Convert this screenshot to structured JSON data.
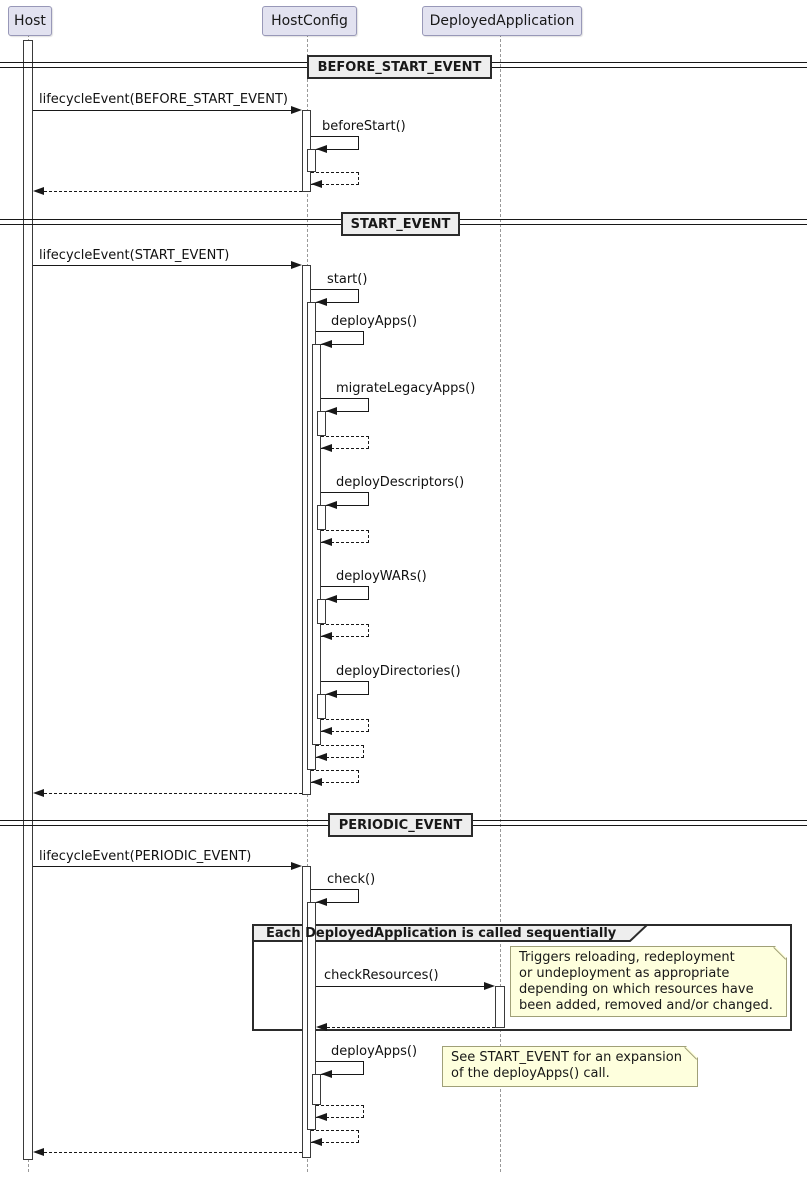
{
  "colors": {
    "participant_fill": "#E2E2F0",
    "participant_border": "#9898B8",
    "note_fill": "#FEFFDD",
    "note_border": "#A0A078",
    "divider_fill": "#EEEEEE",
    "frame_border": "#2B2B2B",
    "line": "#181818",
    "lifeline": "#999999",
    "activation_fill": "#FFFFFF"
  },
  "participants": [
    {
      "name": "Host"
    },
    {
      "name": "HostConfig"
    },
    {
      "name": "DeployedApplication"
    }
  ],
  "sections": {
    "before_start": {
      "divider_label": "BEFORE_START_EVENT",
      "messages": {
        "lifecycle": "lifecycleEvent(BEFORE_START_EVENT)",
        "before_start": "beforeStart()"
      }
    },
    "start": {
      "divider_label": "START_EVENT",
      "messages": {
        "lifecycle": "lifecycleEvent(START_EVENT)",
        "start": "start()",
        "deploy_apps": "deployApps()",
        "migrate_legacy_apps": "migrateLegacyApps()",
        "deploy_descriptors": "deployDescriptors()",
        "deploy_wars": "deployWARs()",
        "deploy_directories": "deployDirectories()"
      }
    },
    "periodic": {
      "divider_label": "PERIODIC_EVENT",
      "messages": {
        "lifecycle": "lifecycleEvent(PERIODIC_EVENT)",
        "check": "check()",
        "check_resources": "checkResources()",
        "deploy_apps": "deployApps()"
      },
      "group_label": "Each DeployedApplication is called sequentially",
      "notes": {
        "check_resources": {
          "lines": [
            "Triggers reloading, redeployment",
            "or undeployment as appropriate",
            "depending on which resources have",
            "been added, removed and/or changed."
          ]
        },
        "deploy_apps": {
          "lines": [
            "See START_EVENT for an expansion",
            "of the deployApps() call."
          ]
        }
      }
    }
  }
}
